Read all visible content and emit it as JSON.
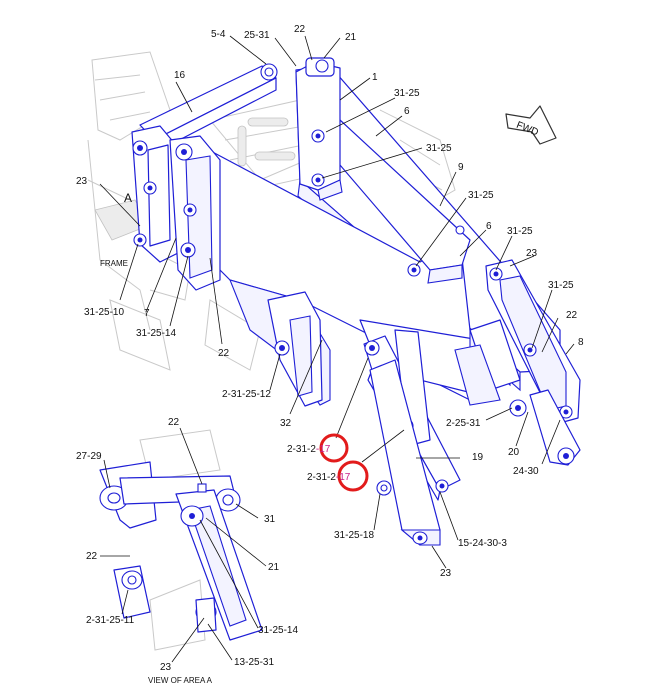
{
  "labels": {
    "l_5_4": "5-4",
    "l_25_31_top": "25-31",
    "l_22_top": "22",
    "l_21_top": "21",
    "l_16": "16",
    "l_1": "1",
    "l_31_25_a": "31-25",
    "l_6_a": "6",
    "l_31_25_b": "31-25",
    "l_9": "9",
    "l_23_left": "23",
    "l_A": "A",
    "l_frame": "FRAME",
    "l_31_25_10": "31-25-10",
    "l_7": "7",
    "l_31_25_14": "31-25-14",
    "l_22_mid": "22",
    "l_2_31_25_12": "2-31-25-12",
    "l_32": "32",
    "l_31_25_c": "31-25",
    "l_6_b": "6",
    "l_31_25_d": "31-25",
    "l_23_right": "23",
    "l_31_25_e": "31-25",
    "l_22_right": "22",
    "l_8": "8",
    "l_2_25_31": "2-25-31",
    "l_20": "20",
    "l_24_30": "24-30",
    "l_19": "19",
    "l_2_31_2a_prefix": "2-31-2",
    "l_2_31_2a_suffix": "-17",
    "l_2_31_2b_prefix": "2-31-2",
    "l_2_31_2b_suffix": "-17",
    "l_31_25_18": "31-25-18",
    "l_15_24_30_3": "15-24-30-3",
    "l_23_bottom": "23",
    "l_fwd": "FWD",
    "d_22": "22",
    "d_27_29": "27-29",
    "d_31": "31",
    "d_22_b": "22",
    "d_21": "21",
    "d_2_31_25_11": "2-31-25-11",
    "d_31_25_14": "31-25-14",
    "d_23": "23",
    "d_13_25_31": "13-25-31",
    "d_view": "VIEW OF AREA A"
  },
  "colors": {
    "part_outline": "#1f1fd6",
    "highlight_ring": "#e21b1b",
    "highlight_text": "#c8228a",
    "ghost": "#c9c9c9"
  }
}
